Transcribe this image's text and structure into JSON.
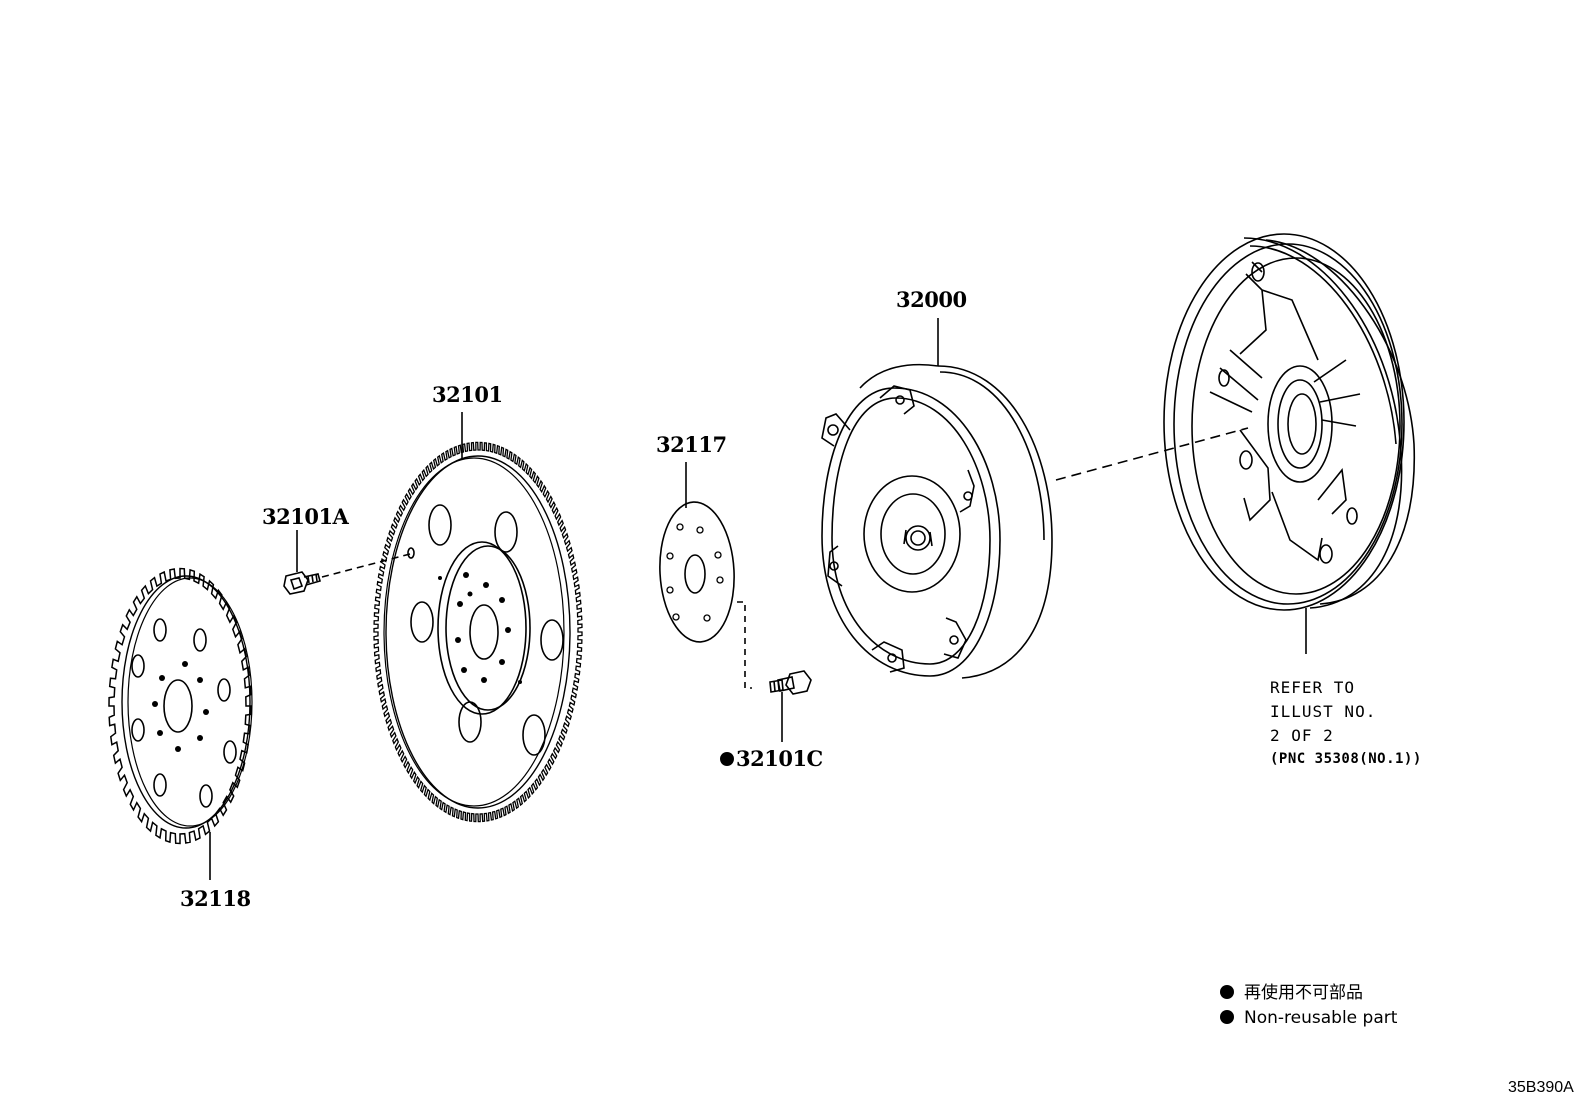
{
  "parts": {
    "p32000": "32000",
    "p32101": "32101",
    "p32117": "32117",
    "p32101A": "32101A",
    "p32101C": "32101C",
    "p32118": "32118"
  },
  "refer_note": {
    "line1": "REFER TO",
    "line2": "ILLUST NO.",
    "line3": "2 OF 2",
    "line4": "(PNC 35308(NO.1))"
  },
  "legend": {
    "jp": "再使用不可部品",
    "en": "Non-reusable part"
  },
  "diagram_code": "35B390A",
  "colors": {
    "ink": "#000000",
    "paper": "#ffffff"
  }
}
